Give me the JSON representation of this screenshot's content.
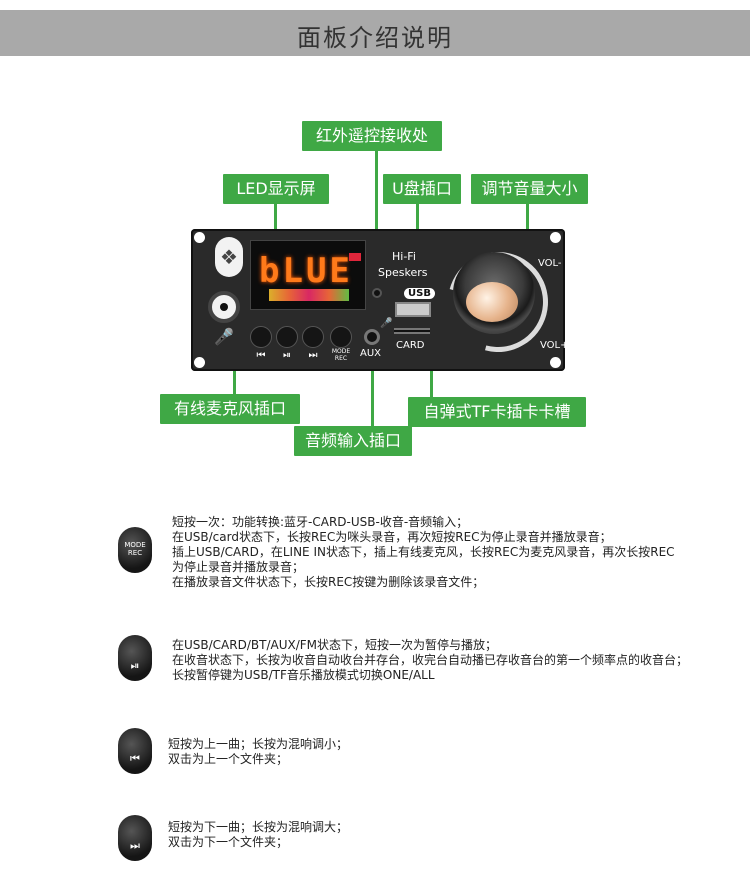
{
  "header": {
    "title": "面板介绍说明"
  },
  "callouts": {
    "ir": "红外遥控接收处",
    "led": "LED显示屏",
    "usb": "U盘插口",
    "volume": "调节音量大小",
    "mic": "有线麦克风插口",
    "tf": "自弹式TF卡插卡卡槽",
    "aux": "音频输入插口"
  },
  "panel": {
    "display_text": "bLUE",
    "brand_line1": "Hi-Fi",
    "brand_line2": "Speskers",
    "usb_label": "USB",
    "card_label": "CARD",
    "aux_label": "AUX",
    "vol_minus": "VOL-",
    "vol_plus": "VOL+",
    "mode_label": "MODE",
    "rec_label": "REC"
  },
  "notes": {
    "mode": {
      "line1": "短按一次：功能转换:蓝牙-CARD-USB-收音-音频输入；",
      "line2": "在USB/card状态下，长按REC为咪头录音，再次短按REC为停止录音并播放录音；",
      "line3": "插上USB/CARD，在LINE IN状态下，插上有线麦克风，长按REC为麦克风录音，再次长按REC",
      "line4": "为停止录音并播放录音；",
      "line5": "在播放录音文件状态下，长按REC按键为删除该录音文件；"
    },
    "play": {
      "line1": "在USB/CARD/BT/AUX/FM状态下，短按一次为暂停与播放；",
      "line2": "在收音状态下，长按为收音自动收台并存台，收完台自动播已存收音台的第一个频率点的收音台；",
      "line3": "长按暂停键为USB/TF音乐播放模式切换ONE/ALL"
    },
    "prev": {
      "line1": "短按为上一曲；长按为混响调小；",
      "line2": "双击为上一个文件夹；"
    },
    "next": {
      "line1": "短按为下一曲；长按为混响调大；",
      "line2": "双击为下一个文件夹；"
    }
  }
}
